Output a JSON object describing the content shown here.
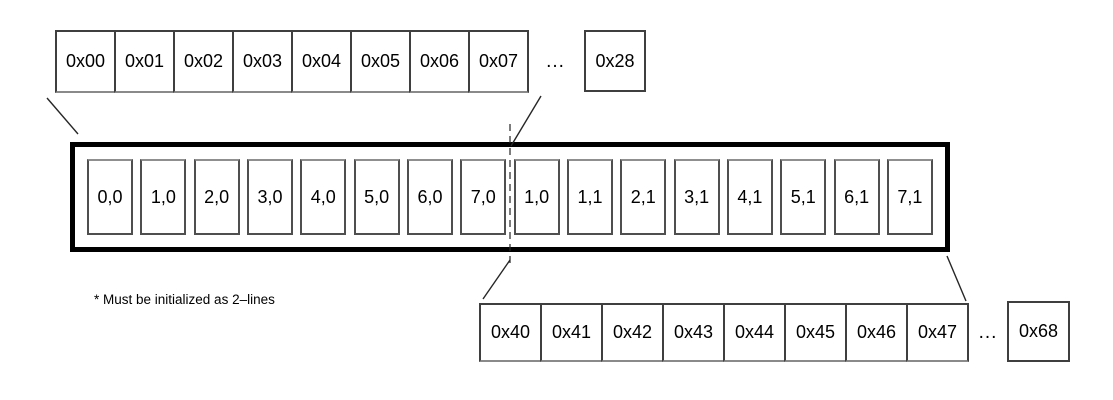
{
  "diagram": {
    "top_row": {
      "cells": [
        "0x00",
        "0x01",
        "0x02",
        "0x03",
        "0x04",
        "0x05",
        "0x06",
        "0x07"
      ],
      "ellipsis": "...",
      "last_cell": "0x28"
    },
    "buffer": {
      "cells": [
        "0,0",
        "1,0",
        "2,0",
        "3,0",
        "4,0",
        "5,0",
        "6,0",
        "7,0",
        "1,0",
        "1,1",
        "2,1",
        "3,1",
        "4,1",
        "5,1",
        "6,1",
        "7,1"
      ]
    },
    "bottom_row": {
      "cells": [
        "0x40",
        "0x41",
        "0x42",
        "0x43",
        "0x44",
        "0x45",
        "0x46",
        "0x47"
      ],
      "ellipsis": "...",
      "last_cell": "0x68"
    },
    "footnote": "* Must be initialized as 2–lines"
  },
  "colors": {
    "background": "#ffffff",
    "text": "#000000",
    "cell_border": "#3f3f3f",
    "cell_border_soft": "#8a8a8a",
    "inner_cell_border": "#4f4f4f",
    "inner_cell_border_top": "#8f8f8f",
    "container_border": "#000000",
    "line_color": "#262626"
  }
}
